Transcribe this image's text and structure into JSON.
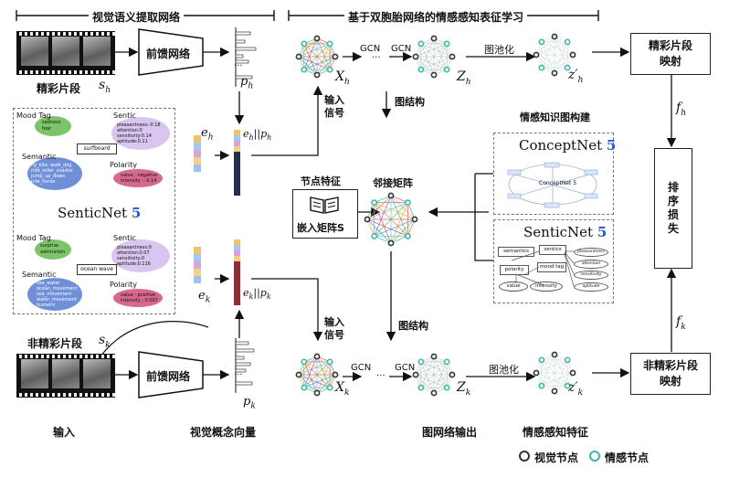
{
  "headers": {
    "left": "视觉语义提取网络",
    "right": "基于双胞胎网络的情感感知表征学习"
  },
  "top": {
    "clip_label": "精彩片段",
    "clip_var": "s",
    "clip_sub": "h",
    "feedforward": "前馈网络",
    "p_label": "p",
    "p_sub": "h",
    "e_label": "e",
    "e_sub": "h",
    "concat_label": "e",
    "concat_sub": "h",
    "concat_rest": "||p",
    "concat_rest_sub": "h",
    "gcn1": "GCN",
    "dots": "···",
    "gcn2": "GCN",
    "x_label": "X",
    "x_sub": "h",
    "z_label": "Z",
    "z_sub": "h",
    "pool": "图池化",
    "zp_label": "z′",
    "zp_sub": "h",
    "input_signal": "输入\n信号",
    "graph_struct": "图结构",
    "mapping": "精彩片段\n映射",
    "f_label": "f",
    "f_sub": "h"
  },
  "bottom": {
    "clip_label": "非精彩片段",
    "clip_var": "s",
    "clip_sub": "k",
    "feedforward": "前馈网络",
    "p_label": "p",
    "p_sub": "k",
    "e_label": "e",
    "e_sub": "k",
    "concat_label": "e",
    "concat_sub": "k",
    "concat_rest": "||p",
    "concat_rest_sub": "k",
    "gcn1": "GCN",
    "dots": "···",
    "gcn2": "GCN",
    "x_label": "X",
    "x_sub": "k",
    "z_label": "Z",
    "z_sub": "k",
    "pool": "图池化",
    "zp_label": "z′",
    "zp_sub": "k",
    "input_signal": "输入\n信号",
    "graph_struct": "图结构",
    "mapping": "非精彩片段\n映射",
    "f_label": "f",
    "f_sub": "k"
  },
  "senticnet": {
    "title": "SenticNet",
    "num": "5",
    "top": {
      "mood_tag": "Mood Tag",
      "mood_vals": "sadness\nfear",
      "sentic": "Sentic",
      "sentic_vals": "pleasantness:-0.18\nattention:0\nsensitivity:0.14\naptitude:0.11",
      "concept": "surfboard",
      "semantic": "Semantic",
      "semantic_vals": "fly_kite, walk_dog\nride_roller_coaster\njump_up_down\nride_horse",
      "polarity": "Polarity",
      "polarity_vals": "value : negative\nintensity : -0.14"
    },
    "bottom": {
      "mood_tag": "Mood Tag",
      "mood_vals": "surprise\nadmiration",
      "sentic": "Sentic",
      "sentic_vals": "pleasantness:0\nattention:0.07\nsensitivity:0\naptitude:0.116",
      "concept": "ocean wave",
      "semantic": "Semantic",
      "semantic_vals": "sea_water\nocean_movement\nsea_movement\nwater_movement\ntsunami",
      "polarity": "Polarity",
      "polarity_vals": "value : positive\nintensity : 0.097"
    }
  },
  "knowledge": {
    "title": "情感知识图构建",
    "node_feat": "节点特征",
    "embed": "嵌入矩阵S",
    "adj": "邻接矩阵",
    "conceptnet_title": "ConceptNet",
    "conceptnet_num": "5",
    "conceptnet_inner": "ConceptNet 5",
    "senticnet_title": "SenticNet",
    "senticnet_num": "5",
    "sn_nodes": [
      "semantics",
      "sentics",
      "pleasantness",
      "attention",
      "sensitivity",
      "aptitude",
      "mood tag",
      "polarity",
      "value",
      "intensity"
    ]
  },
  "rank_loss": "排序损失",
  "footer": {
    "input": "输入",
    "visual_vec": "视觉概念向量",
    "graph_out": "图网络输出",
    "emotion_feat": "情感感知特征",
    "legend_visual": "视觉节点",
    "legend_emotion": "情感节点"
  },
  "colors": {
    "panel_bg": "#f3f6fb",
    "visual_node": "#333333",
    "emotion_node": "#3cb6a8",
    "mood_green": "#7cc46a",
    "sentic_purple": "#b48fd8",
    "semantic_blue": "#6f8fd9",
    "polarity_pink": "#d7698f"
  }
}
